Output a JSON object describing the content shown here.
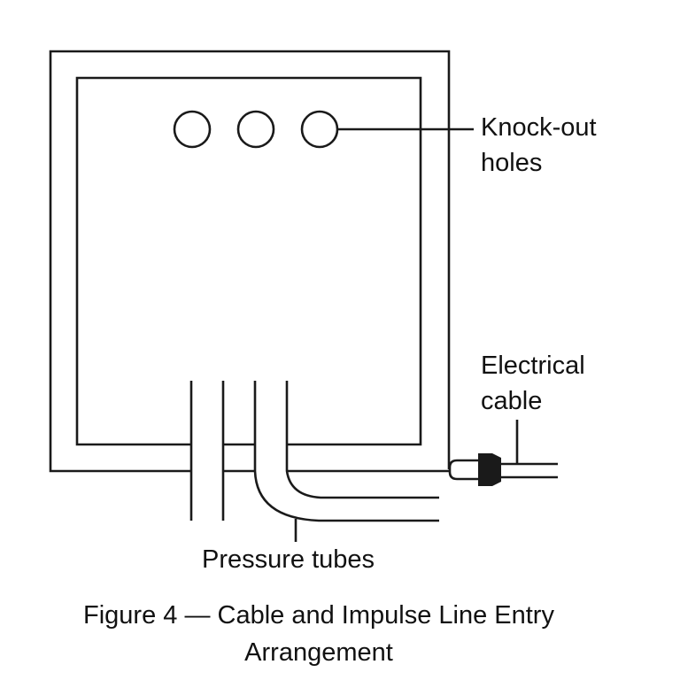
{
  "diagram": {
    "labels": {
      "knockout_line1": "Knock-out",
      "knockout_line2": "holes",
      "cable_line1": "Electrical",
      "cable_line2": "cable",
      "tubes": "Pressure tubes"
    },
    "caption": {
      "line1": "Figure 4 — Cable and Impulse Line Entry",
      "line2": "Arrangement"
    },
    "knockout_hole_count": 3,
    "pressure_tube_count": 2
  }
}
